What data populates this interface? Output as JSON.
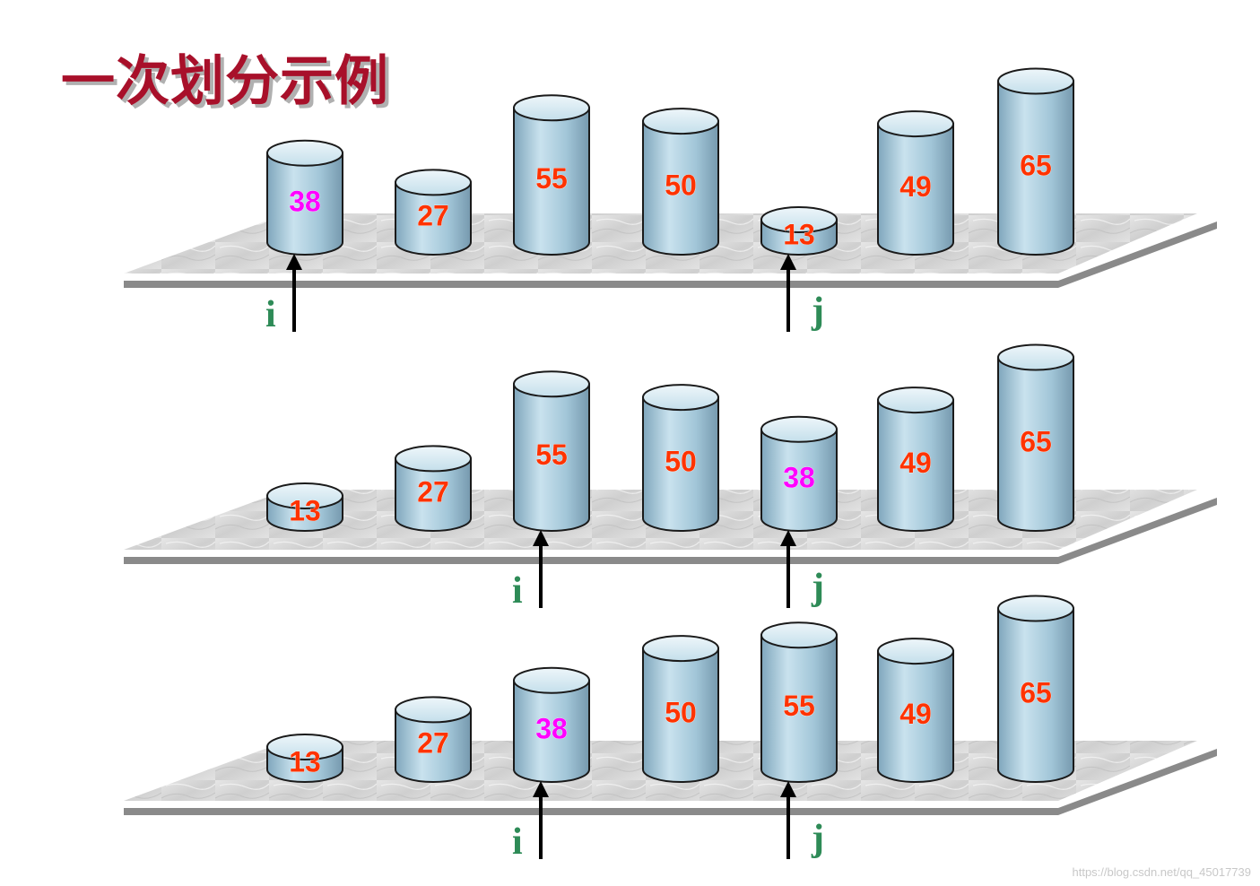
{
  "title": "一次划分示例",
  "watermark": "https://blog.csdn.net/qq_45017739",
  "colors": {
    "title": "#a8102a",
    "value_normal": "#ff3300",
    "value_pivot": "#ff00ff",
    "pointer_label": "#2e8b57",
    "cylinder_body": "#a9cbdc",
    "cylinder_top": "#d8eaf3"
  },
  "rows": [
    {
      "values": [
        "38",
        "27",
        "55",
        "50",
        "13",
        "49",
        "65"
      ],
      "pivot_index": 0,
      "pointers": [
        {
          "label": "i",
          "index": 0
        },
        {
          "label": "j",
          "index": 4
        }
      ]
    },
    {
      "values": [
        "13",
        "27",
        "55",
        "50",
        "38",
        "49",
        "65"
      ],
      "pivot_index": 4,
      "pointers": [
        {
          "label": "i",
          "index": 2
        },
        {
          "label": "j",
          "index": 4
        }
      ]
    },
    {
      "values": [
        "13",
        "27",
        "38",
        "50",
        "55",
        "49",
        "65"
      ],
      "pivot_index": 2,
      "pointers": [
        {
          "label": "i",
          "index": 2
        },
        {
          "label": "j",
          "index": 4
        }
      ]
    }
  ]
}
